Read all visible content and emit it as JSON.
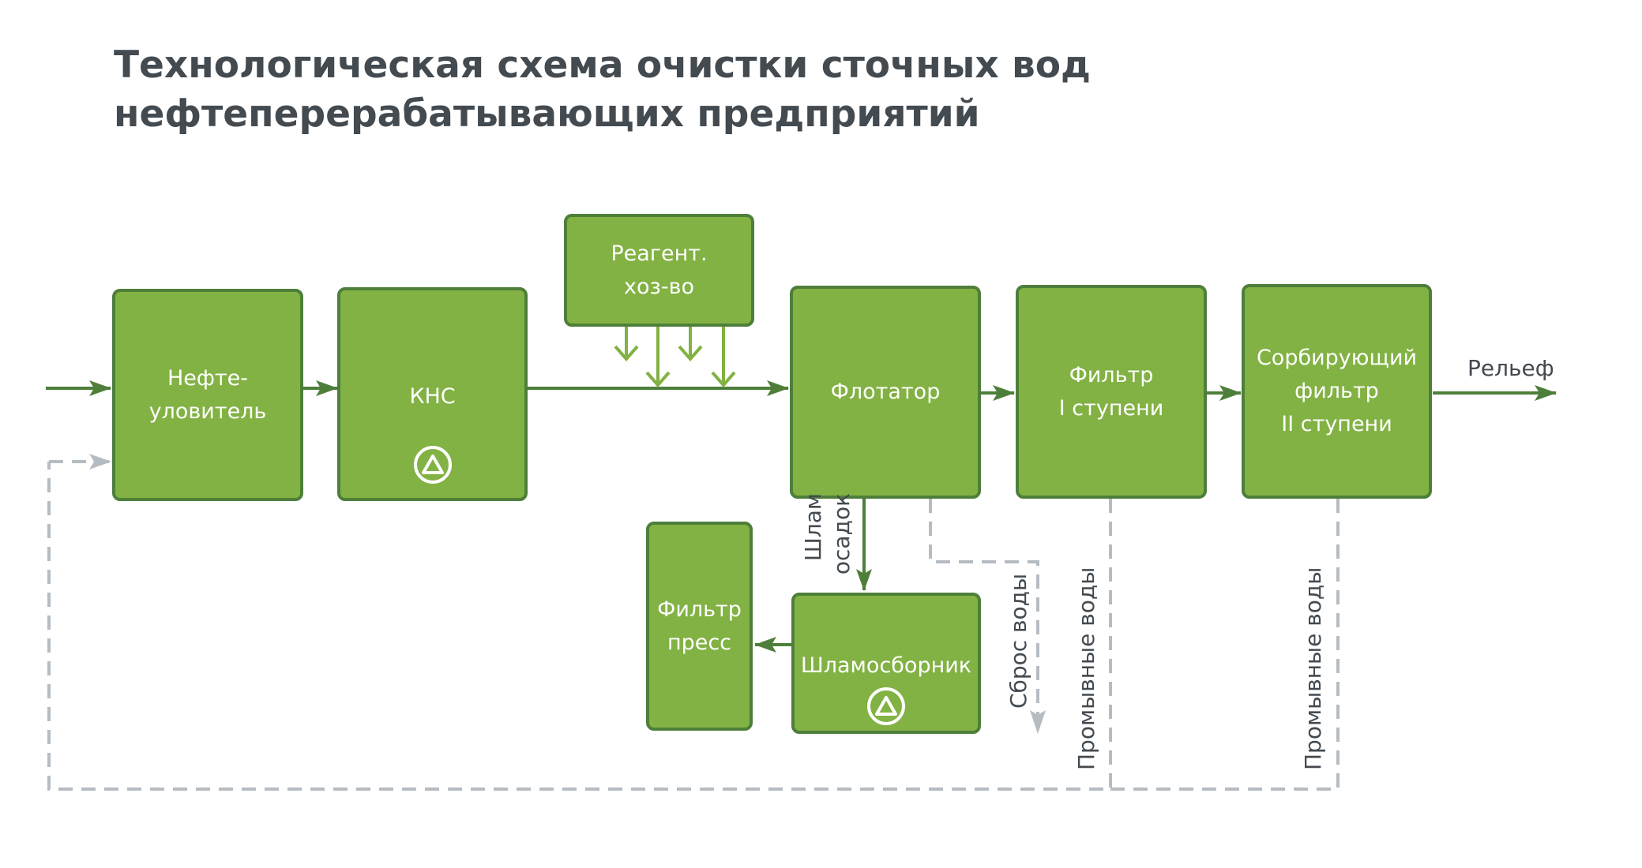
{
  "title": {
    "line1": "Технологическая схема очистки сточных вод",
    "line2": "нефтеперерабатывающих предприятий"
  },
  "nodes": {
    "oil_trap": "Нефте-\nуловитель",
    "pump_station": "КНС",
    "reagent": "Реагент.\nхоз-во",
    "flotator": "Флотатор",
    "filter1": "Фильтр\nI ступени",
    "sorb_filter": "Сорбирующий\nфильтр\nII ступени",
    "filter_press": "Фильтр\nпресс",
    "sludge_collector": "Шламосборник"
  },
  "labels": {
    "outflow": "Рельеф",
    "sludge": "Шлам\nосадок",
    "discharge": "Сброс воды",
    "wash_water_1": "Промывные воды",
    "wash_water_2": "Промывные воды"
  },
  "icons": {
    "pump": "pump-icon"
  },
  "colors": {
    "box_fill": "#82b243",
    "box_border": "#4e7f3a",
    "flow_arrow": "#4e7f3a",
    "reagent_arrow": "#82b243",
    "return_line": "#b5bcc2",
    "title_text": "#434a50"
  }
}
